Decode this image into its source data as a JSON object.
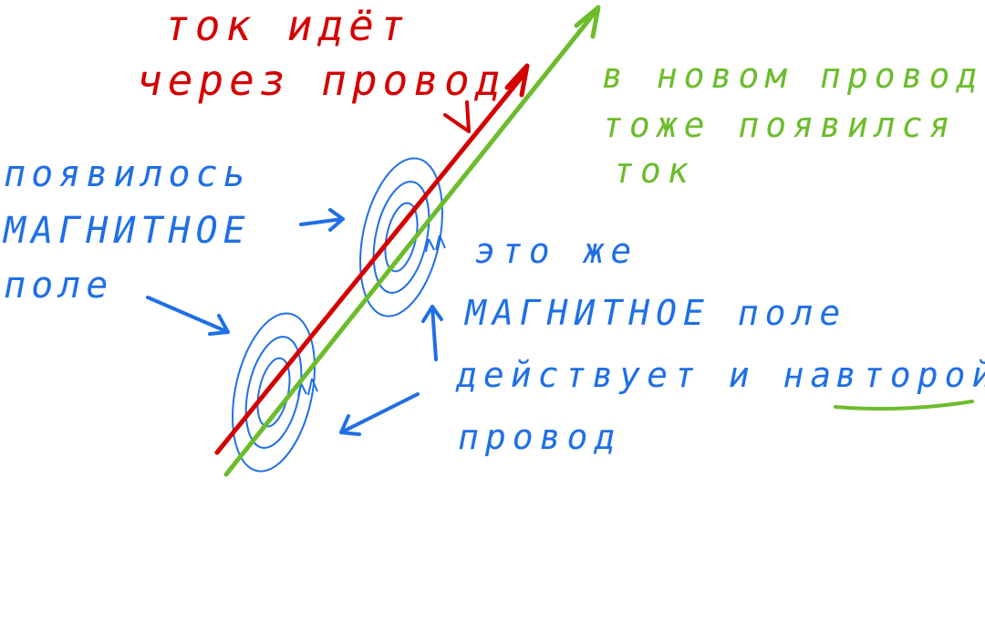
{
  "colors": {
    "red": "#d40000",
    "green": "#6cbc2c",
    "blue": "#1f6fe6"
  },
  "labels": {
    "red_line1": "ток идёт",
    "red_line2": "через провод",
    "green_line1": "в новом проводе",
    "green_line2": "тоже появился",
    "green_line3": "ток",
    "blue_left_line1": "появилось",
    "blue_left_line2": "МАГНИТНОЕ",
    "blue_left_line3": "поле",
    "blue_right_line1": "это же",
    "blue_right_line2": "МАГНИТНОЕ поле",
    "blue_right_line3a": "действует и на",
    "blue_right_line3b": "второй",
    "blue_right_line4": "провод"
  }
}
